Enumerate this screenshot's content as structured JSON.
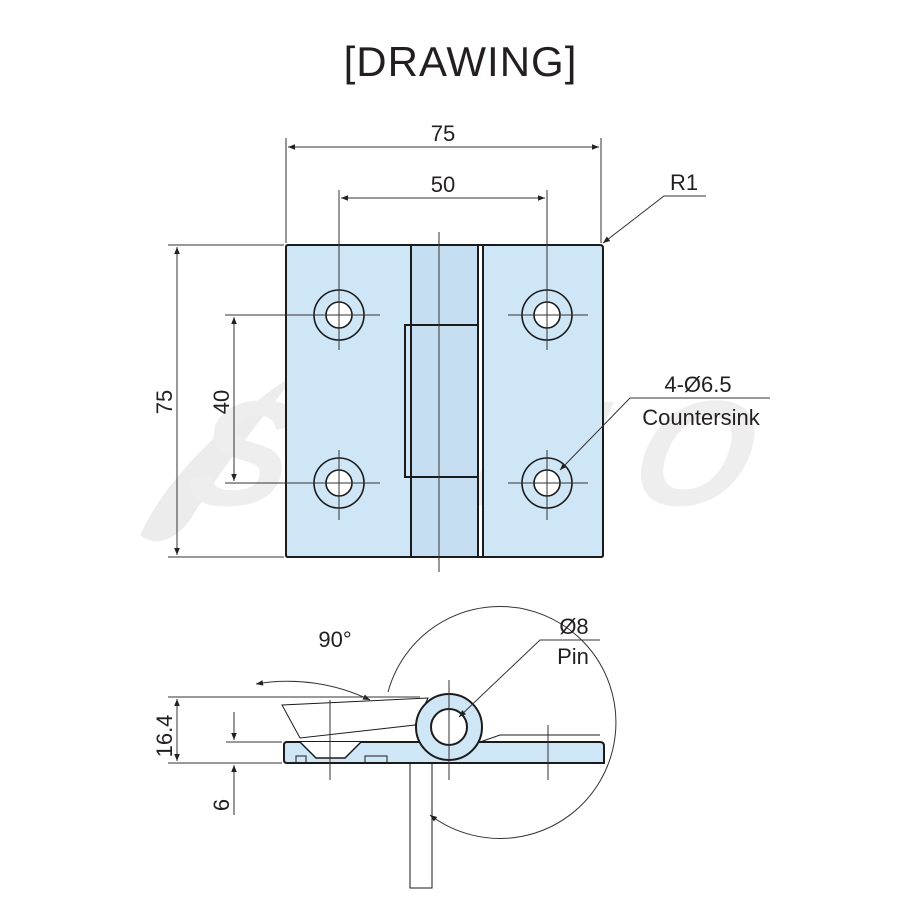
{
  "title": "[DRAWING]",
  "watermark": "SAMO",
  "colors": {
    "plate_fill": "#cfe6f7",
    "outline": "#1b1b1b",
    "dimension": "#333333",
    "watermark": "#e8e8e8",
    "background": "#ffffff"
  },
  "top_view": {
    "dim_overall_width": "75",
    "dim_hole_spacing_x": "50",
    "dim_overall_height": "75",
    "dim_hole_spacing_y": "40",
    "corner_radius_note": "R1",
    "hole_note_line1": "4-Ø6.5",
    "hole_note_line2": "Countersink"
  },
  "side_view": {
    "rotation_angle": "90°",
    "pin_note_line1": "Ø8",
    "pin_note_line2": "Pin",
    "dim_total_height": "16.4",
    "dim_plate_thickness": "6"
  }
}
